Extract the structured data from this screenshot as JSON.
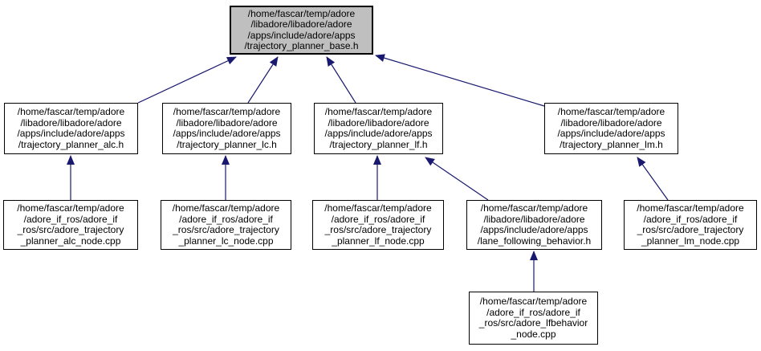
{
  "diagram": {
    "colors": {
      "edge": "#191970",
      "node_fill": "#ffffff",
      "root_node_fill": "#bfbfbf",
      "node_border": "#000000",
      "text": "#000000"
    },
    "nodes": [
      {
        "id": "trajectory_planner_base.h",
        "highlighted": true,
        "lines": [
          "/home/fascar/temp/adore",
          "/libadore/libadore/adore",
          "/apps/include/adore/apps",
          "/trajectory_planner_base.h"
        ]
      },
      {
        "id": "trajectory_planner_alc.h",
        "highlighted": false,
        "lines": [
          "/home/fascar/temp/adore",
          "/libadore/libadore/adore",
          "/apps/include/adore/apps",
          "/trajectory_planner_alc.h"
        ]
      },
      {
        "id": "trajectory_planner_lc.h",
        "highlighted": false,
        "lines": [
          "/home/fascar/temp/adore",
          "/libadore/libadore/adore",
          "/apps/include/adore/apps",
          "/trajectory_planner_lc.h"
        ]
      },
      {
        "id": "trajectory_planner_lf.h",
        "highlighted": false,
        "lines": [
          "/home/fascar/temp/adore",
          "/libadore/libadore/adore",
          "/apps/include/adore/apps",
          "/trajectory_planner_lf.h"
        ]
      },
      {
        "id": "trajectory_planner_lm.h",
        "highlighted": false,
        "lines": [
          "/home/fascar/temp/adore",
          "/libadore/libadore/adore",
          "/apps/include/adore/apps",
          "/trajectory_planner_lm.h"
        ]
      },
      {
        "id": "adore_trajectory_planner_alc_node.cpp",
        "highlighted": false,
        "lines": [
          "/home/fascar/temp/adore",
          "/adore_if_ros/adore_if",
          "_ros/src/adore_trajectory",
          "_planner_alc_node.cpp"
        ]
      },
      {
        "id": "adore_trajectory_planner_lc_node.cpp",
        "highlighted": false,
        "lines": [
          "/home/fascar/temp/adore",
          "/adore_if_ros/adore_if",
          "_ros/src/adore_trajectory",
          "_planner_lc_node.cpp"
        ]
      },
      {
        "id": "adore_trajectory_planner_lf_node.cpp",
        "highlighted": false,
        "lines": [
          "/home/fascar/temp/adore",
          "/adore_if_ros/adore_if",
          "_ros/src/adore_trajectory",
          "_planner_lf_node.cpp"
        ]
      },
      {
        "id": "lane_following_behavior.h",
        "highlighted": false,
        "lines": [
          "/home/fascar/temp/adore",
          "/libadore/libadore/adore",
          "/apps/include/adore/apps",
          "/lane_following_behavior.h"
        ]
      },
      {
        "id": "adore_trajectory_planner_lm_node.cpp",
        "highlighted": false,
        "lines": [
          "/home/fascar/temp/adore",
          "/adore_if_ros/adore_if",
          "_ros/src/adore_trajectory",
          "_planner_lm_node.cpp"
        ]
      },
      {
        "id": "adore_lfbehavior_node.cpp",
        "highlighted": false,
        "lines": [
          "/home/fascar/temp/adore",
          "/adore_if_ros/adore_if",
          "_ros/src/adore_lfbehavior",
          "_node.cpp"
        ]
      }
    ],
    "edges": [
      {
        "from": "trajectory_planner_alc.h",
        "to": "trajectory_planner_base.h"
      },
      {
        "from": "trajectory_planner_lc.h",
        "to": "trajectory_planner_base.h"
      },
      {
        "from": "trajectory_planner_lf.h",
        "to": "trajectory_planner_base.h"
      },
      {
        "from": "trajectory_planner_lm.h",
        "to": "trajectory_planner_base.h"
      },
      {
        "from": "adore_trajectory_planner_alc_node.cpp",
        "to": "trajectory_planner_alc.h"
      },
      {
        "from": "adore_trajectory_planner_lc_node.cpp",
        "to": "trajectory_planner_lc.h"
      },
      {
        "from": "adore_trajectory_planner_lf_node.cpp",
        "to": "trajectory_planner_lf.h"
      },
      {
        "from": "lane_following_behavior.h",
        "to": "trajectory_planner_lf.h"
      },
      {
        "from": "adore_trajectory_planner_lm_node.cpp",
        "to": "trajectory_planner_lm.h"
      },
      {
        "from": "adore_lfbehavior_node.cpp",
        "to": "lane_following_behavior.h"
      }
    ]
  }
}
